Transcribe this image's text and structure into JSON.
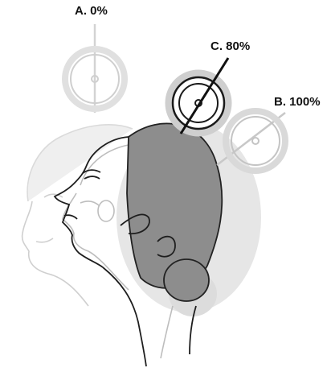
{
  "labels": {
    "a": "A. 0%",
    "b": "B. 100%",
    "c": "C. 80%"
  },
  "positions": [
    {
      "id": "a",
      "percent": 0,
      "shade": "#d9d9d9"
    },
    {
      "id": "c",
      "percent": 80,
      "shade": "#1a1a1a"
    },
    {
      "id": "b",
      "percent": 100,
      "shade": "#c9c9c9"
    }
  ],
  "colors": {
    "hair_dark": "#8a8a8a",
    "hair_light": "#cfcfcf",
    "hair_faint": "#e4e4e4",
    "skin_line": "#222222",
    "ghost_line": "#c8c8c8"
  }
}
